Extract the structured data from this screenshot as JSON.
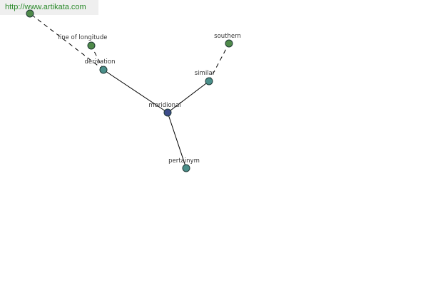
{
  "watermark": {
    "url_text": "http://www.artikata.com"
  },
  "colors": {
    "center": "#3d4c8a",
    "relation": "#4a8f8a",
    "leaf": "#4f8a4a"
  },
  "graph": {
    "nodes": [
      {
        "id": "meridional",
        "label": "meridional",
        "kind": "center"
      },
      {
        "id": "derivation",
        "label": "derivation",
        "kind": "relation"
      },
      {
        "id": "similar",
        "label": "similar",
        "kind": "relation"
      },
      {
        "id": "pertainym",
        "label": "pertainym",
        "kind": "relation"
      },
      {
        "id": "line-of-longitude",
        "label": "line of longitude",
        "kind": "leaf"
      },
      {
        "id": "southern",
        "label": "southern",
        "kind": "leaf"
      },
      {
        "id": "offscreen",
        "label": "",
        "kind": "leaf"
      }
    ],
    "edges": [
      {
        "from": "meridional",
        "to": "derivation",
        "style": "solid"
      },
      {
        "from": "meridional",
        "to": "similar",
        "style": "solid"
      },
      {
        "from": "meridional",
        "to": "pertainym",
        "style": "solid"
      },
      {
        "from": "derivation",
        "to": "line-of-longitude",
        "style": "dashed"
      },
      {
        "from": "derivation",
        "to": "offscreen",
        "style": "dashed"
      },
      {
        "from": "similar",
        "to": "southern",
        "style": "dashed"
      }
    ]
  }
}
